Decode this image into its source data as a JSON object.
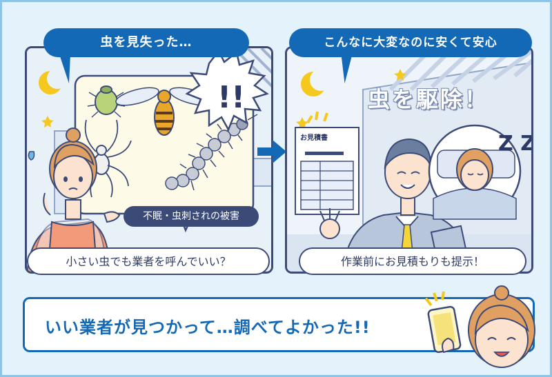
{
  "left_panel": {
    "speech_bubble": "虫を見失った…",
    "exclamation": "!!",
    "damage_label": "不眠・虫刺されの被害",
    "caption": "小さい虫でも業者を呼んでいい？"
  },
  "right_panel": {
    "speech_bubble": "こんなに大変なのに安くて安心",
    "stamp_text": "虫を駆除！",
    "estimate_doc_label": "お見積書",
    "sleep_text": "Z Z Z",
    "caption": "作業前にお見積もりも提示！"
  },
  "bottom_banner": {
    "text": "いい業者が見つかって…調べてよかった!!"
  },
  "colors": {
    "accent": "#1469b6",
    "navy": "#3c4a78",
    "frame": "#8ec5e6",
    "background": "#e3f2fb",
    "moon": "#f5c81e"
  }
}
